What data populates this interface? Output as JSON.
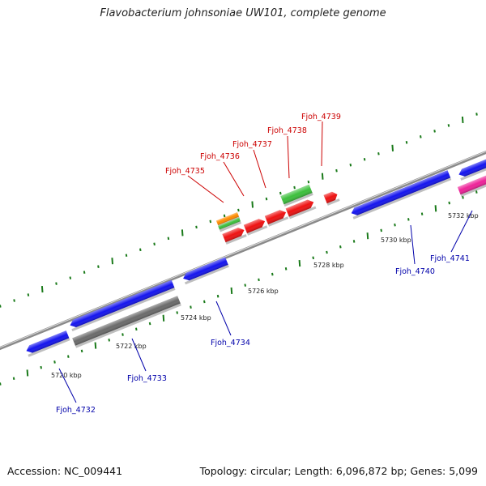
{
  "title": "Flavobacterium johnsoniae UW101, complete genome",
  "footer": {
    "accession": "Accession: NC_009441",
    "summary": "Topology: circular; Length: 6,096,872 bp; Genes: 5,099"
  },
  "colors": {
    "backbone": "#8a8a8a",
    "ticks": "#1a7a1a",
    "forward_label": "#cc0000",
    "reverse_label": "#0000aa",
    "gene_red": "#ee1111",
    "gene_green": "#3bbf3b",
    "gene_orange": "#ff8c00",
    "gene_blue": "#1414ee",
    "gene_grey": "#6a6a6a",
    "gene_magenta": "#ee2299"
  },
  "scale_labels": [
    "5720 kbp",
    "5722 kbp",
    "5724 kbp",
    "5726 kbp",
    "5728 kbp",
    "5730 kbp",
    "5732 kbp"
  ],
  "gene_labels": {
    "forward": [
      "Fjoh_4735",
      "Fjoh_4736",
      "Fjoh_4737",
      "Fjoh_4738",
      "Fjoh_4739"
    ],
    "reverse": [
      "Fjoh_4732",
      "Fjoh_4733",
      "Fjoh_4734",
      "Fjoh_4740",
      "Fjoh_4741"
    ]
  }
}
